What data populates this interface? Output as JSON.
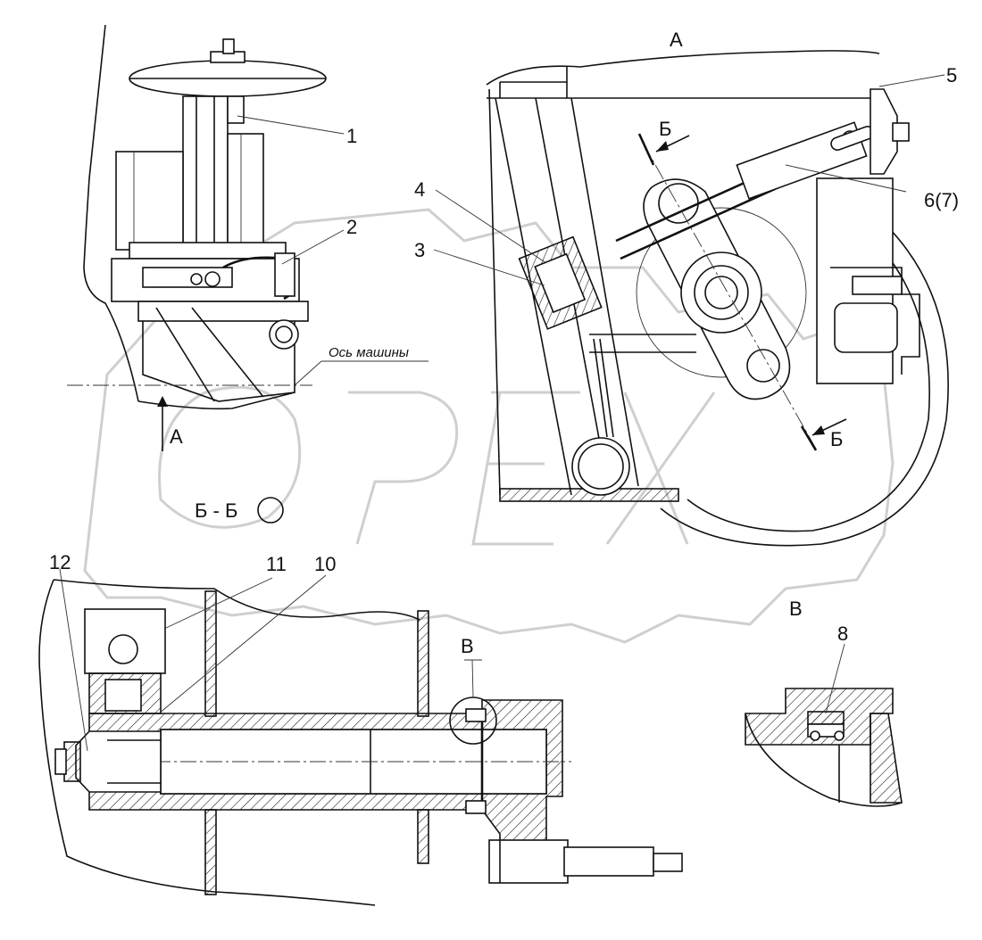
{
  "callouts": {
    "c1": "1",
    "c2": "2",
    "c3": "3",
    "c4": "4",
    "c5": "5",
    "c6": "6(7)",
    "c8": "8",
    "c10": "10",
    "c11": "11",
    "c12": "12"
  },
  "views": {
    "view_a_top": "А",
    "view_a_arrow": "А",
    "section_b_top": "Б",
    "section_b_bottom": "Б",
    "section_b_title": "Б - Б",
    "detail_v_mark": "В",
    "detail_v_title": "В"
  },
  "annotations": {
    "machine_axis": "Ось машины"
  }
}
